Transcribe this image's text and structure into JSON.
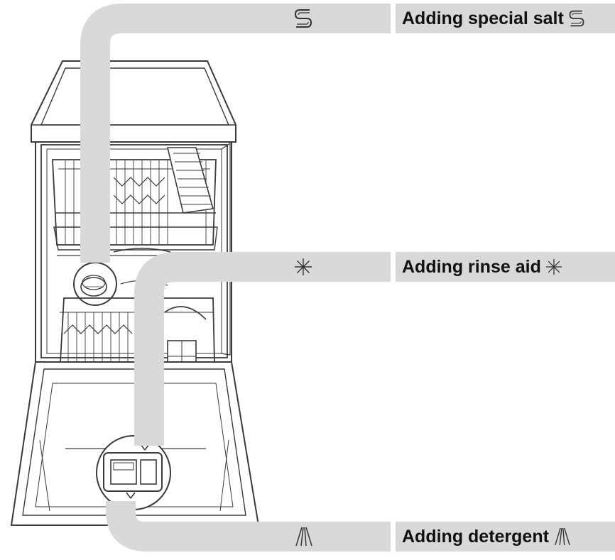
{
  "callouts": [
    {
      "label": "Adding special salt",
      "icon": "salt-s-icon"
    },
    {
      "label": "Adding rinse aid",
      "icon": "rinse-aid-sparkle-icon"
    },
    {
      "label": "Adding detergent",
      "icon": "detergent-fan-icon"
    }
  ],
  "colors": {
    "band": "#d9d9d9",
    "line": "#3a3a3a",
    "background": "#ffffff"
  }
}
